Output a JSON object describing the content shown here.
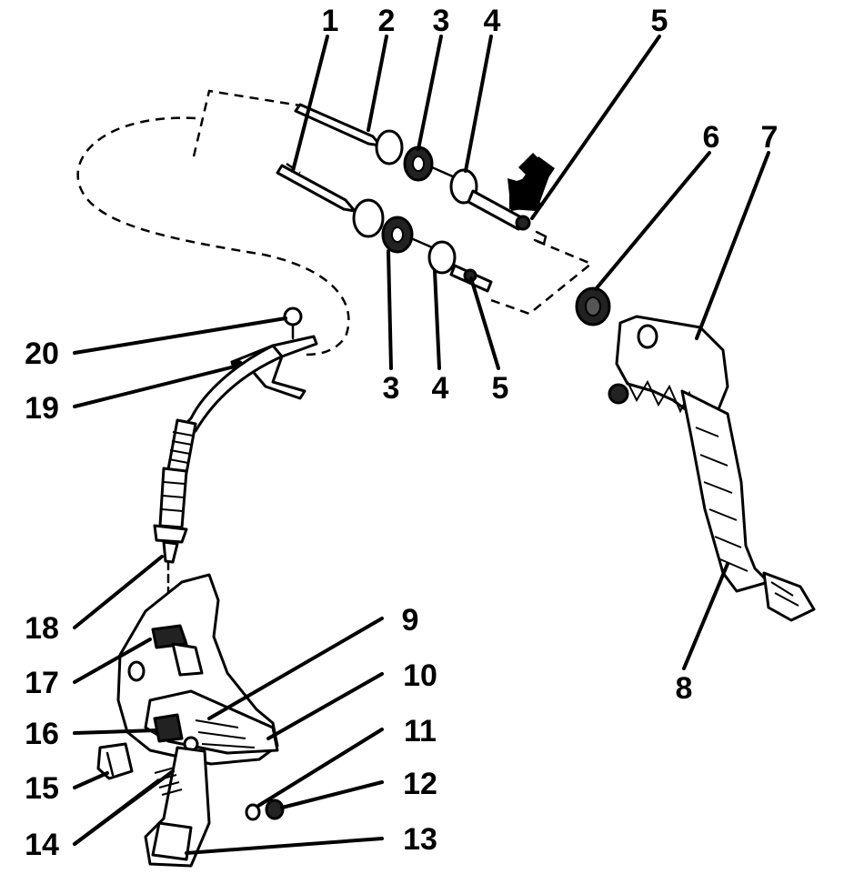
{
  "diagram": {
    "callouts": [
      {
        "id": "c1",
        "label": "1"
      },
      {
        "id": "c2",
        "label": "2"
      },
      {
        "id": "c3a",
        "label": "3"
      },
      {
        "id": "c4a",
        "label": "4"
      },
      {
        "id": "c5a",
        "label": "5"
      },
      {
        "id": "c6",
        "label": "6"
      },
      {
        "id": "c7",
        "label": "7"
      },
      {
        "id": "c3b",
        "label": "3"
      },
      {
        "id": "c4b",
        "label": "4"
      },
      {
        "id": "c5b",
        "label": "5"
      },
      {
        "id": "c20",
        "label": "20"
      },
      {
        "id": "c19",
        "label": "19"
      },
      {
        "id": "c18",
        "label": "18"
      },
      {
        "id": "c17",
        "label": "17"
      },
      {
        "id": "c16",
        "label": "16"
      },
      {
        "id": "c15",
        "label": "15"
      },
      {
        "id": "c14",
        "label": "14"
      },
      {
        "id": "c9",
        "label": "9"
      },
      {
        "id": "c10",
        "label": "10"
      },
      {
        "id": "c11",
        "label": "11"
      },
      {
        "id": "c12",
        "label": "12"
      },
      {
        "id": "c13",
        "label": "13"
      },
      {
        "id": "c8",
        "label": "8"
      }
    ]
  }
}
